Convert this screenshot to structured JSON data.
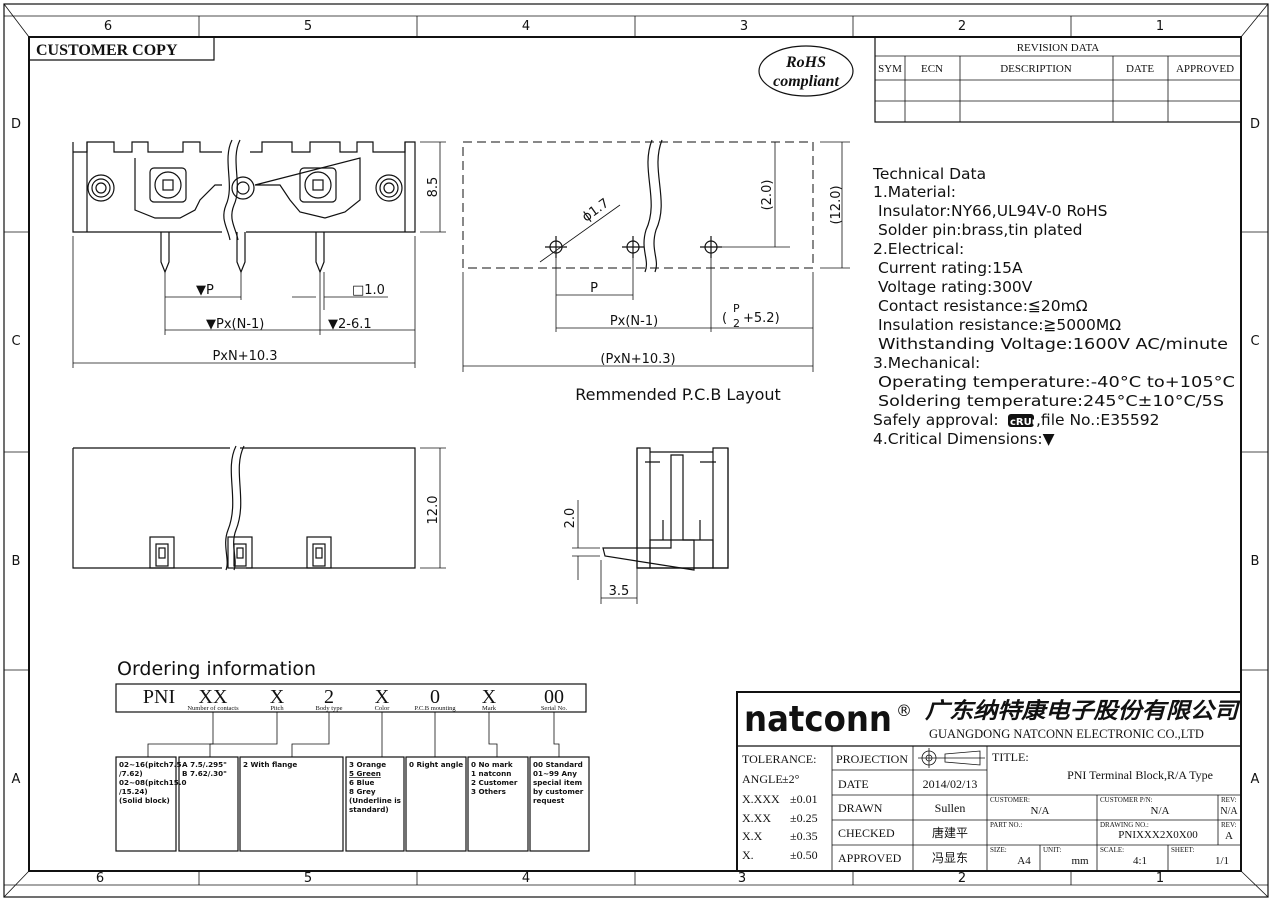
{
  "frame": {
    "columns": [
      "6",
      "5",
      "4",
      "3",
      "2",
      "1"
    ],
    "rows": [
      "D",
      "C",
      "B",
      "A"
    ],
    "customer_copy": "CUSTOMER COPY"
  },
  "rohs": {
    "line1": "RoHS",
    "line2": "compliant"
  },
  "revision": {
    "title": "REVISION DATA",
    "headers": [
      "SYM",
      "ECN",
      "DESCRIPTION",
      "DATE",
      "APPROVED"
    ]
  },
  "front_view": {
    "dim_height": "8.5",
    "dim_pitch": "▼P",
    "dim_pitch_n": "▼Px(N-1)",
    "dim_end": "▼2-6.1",
    "dim_pin": "□1.0",
    "dim_total": "PxN+10.3"
  },
  "pcb_layout": {
    "dim_hole": "ϕ1.7",
    "dim_2": "(2.0)",
    "dim_12": "(12.0)",
    "dim_p": "P",
    "dim_pn": "Px(N-1)",
    "dim_half_num": "P",
    "dim_half_den": "2",
    "dim_half_suffix": "+5.2)",
    "dim_half_prefix": "(",
    "dim_total": "(PxN+10.3)",
    "caption": "Remmended P.C.B Layout"
  },
  "technical": {
    "heading": "Technical Data",
    "lines": [
      "1.Material:",
      " Insulator:NY66,UL94V-0 RoHS",
      " Solder pin:brass,tin plated",
      "2.Electrical:",
      " Current rating:15A",
      " Voltage rating:300V",
      " Contact resistance:≦20mΩ",
      " Insulation resistance:≧5000MΩ",
      " Withstanding Voltage:1600V AC/minute",
      "3.Mechanical:",
      " Operating temperature:-40°C to+105°C",
      " Soldering temperature:245°C±10°C/5S"
    ],
    "safety_prefix": "Safely approval:",
    "safety_suffix": ",file No.:E35592",
    "critical": "4.Critical Dimensions:▼"
  },
  "side_view": {
    "dim_height": "12.0"
  },
  "section_view": {
    "dim_2": "2.0",
    "dim_35": "3.5"
  },
  "ordering": {
    "title": "Ordering information",
    "codes": [
      {
        "code": "PNI",
        "label": ""
      },
      {
        "code": "XX",
        "label": "Number of contacts"
      },
      {
        "code": "X",
        "label": "Pitch"
      },
      {
        "code": "2",
        "label": "Body type"
      },
      {
        "code": "X",
        "label": "Color"
      },
      {
        "code": "0",
        "label": "P.C.B mounting"
      },
      {
        "code": "X",
        "label": "Mark"
      },
      {
        "code": "00",
        "label": "Serial No."
      }
    ],
    "boxes": [
      [
        "02~16(pitch7.5",
        "/7.62)",
        "02~08(pitch15.0",
        "/15.24)",
        "(Solid block)"
      ],
      [
        "A 7.5/.295\"",
        "B 7.62/.30\""
      ],
      [
        "2 With flange"
      ],
      [
        "3 Orange",
        "5 Green",
        "6 Blue",
        "8 Grey",
        "(Underline is",
        "standard)"
      ],
      [
        "0 Right angle"
      ],
      [
        "0 No mark",
        "1 natconn",
        "2 Customer",
        "3 Others"
      ],
      [
        "00 Standard",
        "01~99 Any",
        "special item",
        "by customer",
        "request"
      ]
    ]
  },
  "title_block": {
    "brand": "natconn",
    "reg": "®",
    "company_cn": "广东纳特康电子股份有限公司",
    "company_en": "GUANGDONG NATCONN ELECTRONIC CO.,LTD",
    "tolerance_label": "TOLERANCE:",
    "tolerances": [
      {
        "k": "ANGLE",
        "v": "±2°"
      },
      {
        "k": "X.XXX",
        "v": "±0.01"
      },
      {
        "k": "X.XX",
        "v": "±0.25"
      },
      {
        "k": "X.X",
        "v": "±0.35"
      },
      {
        "k": "X.",
        "v": "±0.50"
      }
    ],
    "projection": "PROJECTION",
    "date_label": "DATE",
    "date": "2014/02/13",
    "drawn_label": "DRAWN",
    "drawn": "Sullen",
    "checked_label": "CHECKED",
    "checked": "唐建平",
    "approved_label": "APPROVED",
    "approved": "冯显东",
    "title_label": "TITLE:",
    "title": "PNI Terminal Block,R/A Type",
    "customer_label": "CUSTOMER:",
    "customer": "N/A",
    "customer_pn_label": "CUSTOMER P/N:",
    "customer_pn": "N/A",
    "rev_label": "REV:",
    "rev1": "N/A",
    "part_no_label": "PART NO.:",
    "drawing_no_label": "DRAWING NO.:",
    "drawing_no": "PNIXXX2X0X00",
    "rev2": "A",
    "size_label": "SIZE:",
    "size": "A4",
    "unit_label": "UNIT:",
    "unit": "mm",
    "scale_label": "SCALE:",
    "scale": "4:1",
    "sheet_label": "SHEET:",
    "sheet": "1/1"
  }
}
